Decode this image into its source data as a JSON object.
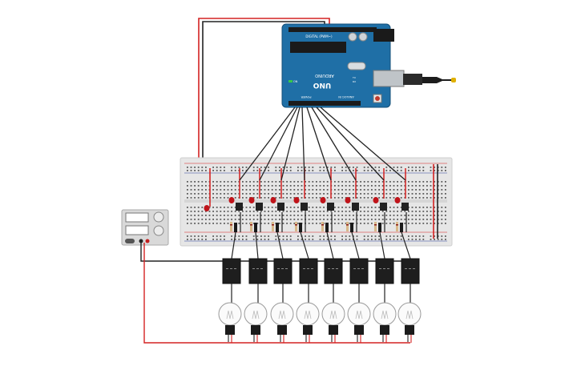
{
  "arduino": {
    "model_label": "UNO",
    "brand_label": "ARDUINO",
    "digital_label": "DIGITAL (PWM~)",
    "analog_label": "ANALOG IN",
    "power_label": "POWER",
    "on_label": "ON",
    "tx_label": "TX",
    "rx_label": "RX",
    "board_color": "#1f6fa6",
    "header_color": "#1b1b1b"
  },
  "breadboard": {
    "color": "#e6e6e6",
    "rail_red": "#d82020",
    "rail_blue": "#2a3f9a"
  },
  "power_supply": {
    "body_color": "#d9d9d9"
  },
  "relay_count": 8,
  "bulb_count": 8,
  "wire_colors": {
    "red": "#d42222",
    "black": "#222222"
  }
}
